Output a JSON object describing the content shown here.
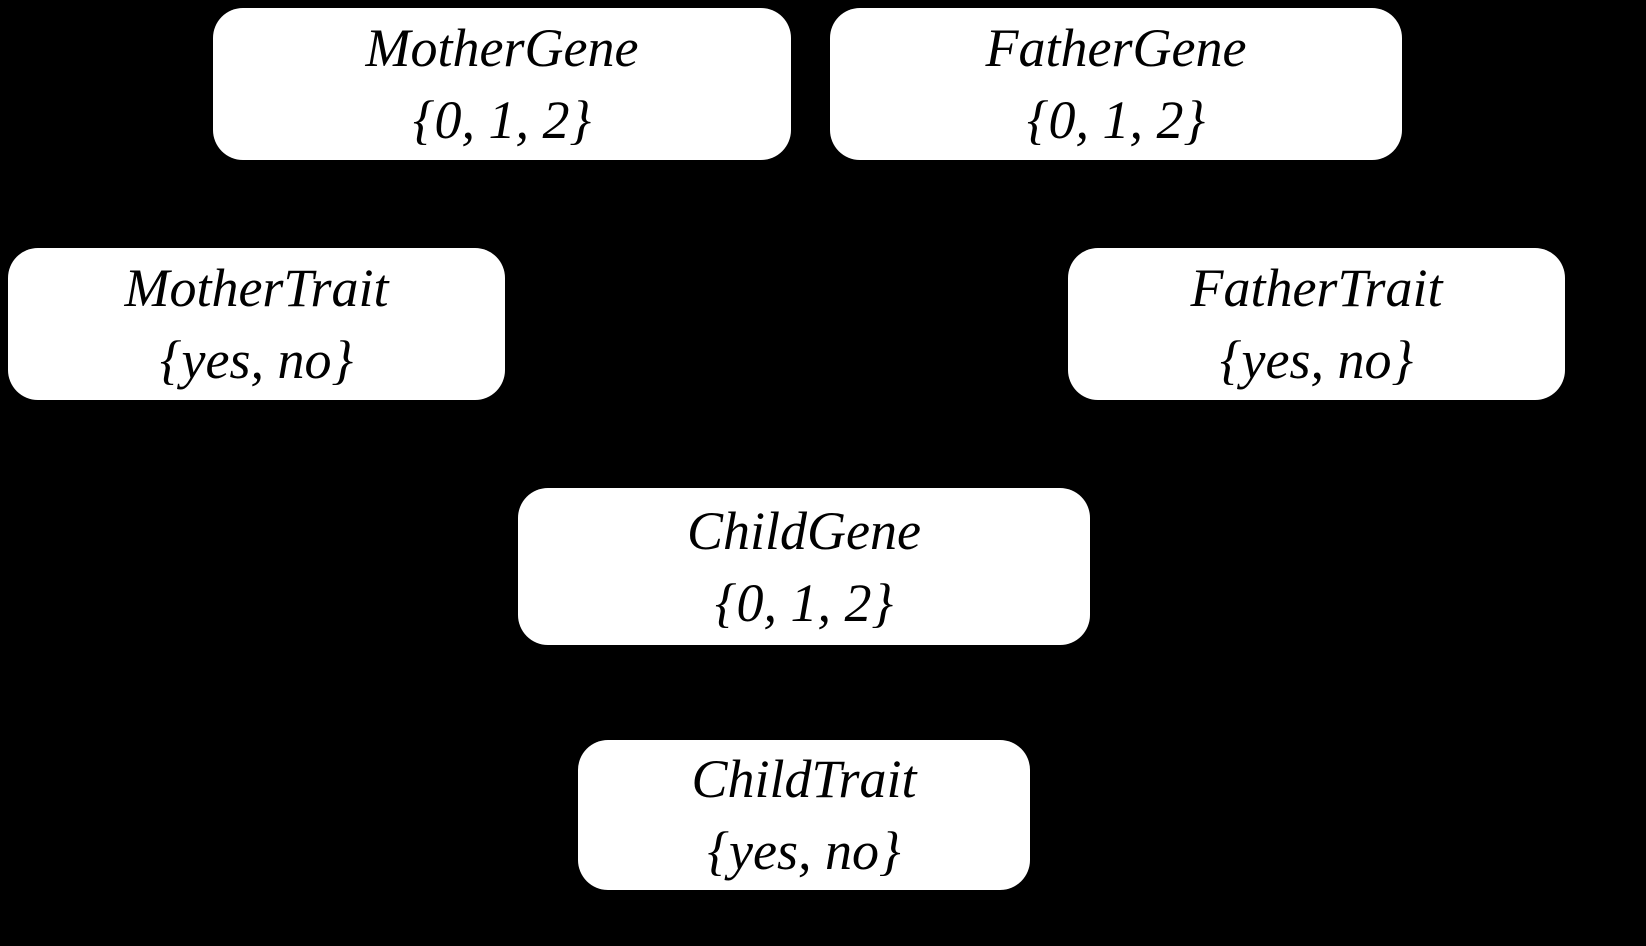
{
  "diagram": {
    "type": "bayesian-network",
    "background_color": "#000000",
    "node_fill_color": "#ffffff",
    "node_text_color": "#000000",
    "nodes": [
      {
        "id": "mother-gene",
        "label": "MotherGene",
        "values": "{0, 1, 2}"
      },
      {
        "id": "father-gene",
        "label": "FatherGene",
        "values": "{0, 1, 2}"
      },
      {
        "id": "mother-trait",
        "label": "MotherTrait",
        "values": "{yes, no}"
      },
      {
        "id": "father-trait",
        "label": "FatherTrait",
        "values": "{yes, no}"
      },
      {
        "id": "child-gene",
        "label": "ChildGene",
        "values": "{0, 1, 2}"
      },
      {
        "id": "child-trait",
        "label": "ChildTrait",
        "values": "{yes, no}"
      }
    ]
  }
}
